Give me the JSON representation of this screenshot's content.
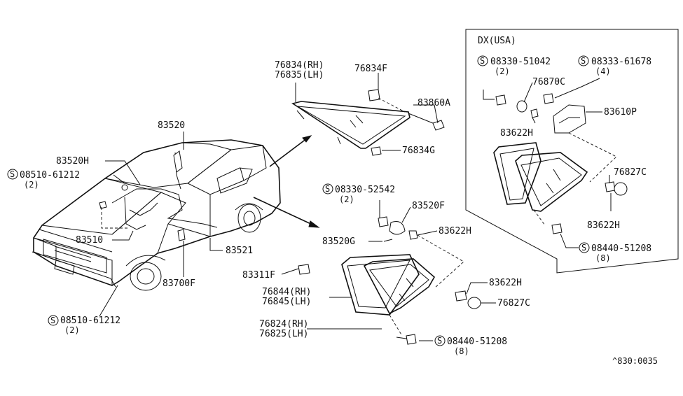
{
  "car_labels": {
    "p83520": "83520",
    "p83520H": "83520H",
    "screw_a_code": "08510-61212",
    "screw_a_qty": "(2)",
    "p83510": "83510",
    "p83700F": "83700F",
    "p83521": "83521",
    "screw_b_code": "08510-61212",
    "screw_b_qty": "(2)"
  },
  "upper_glass_labels": {
    "p76834_rh": "76834(RH)",
    "p76835_lh": "76835(LH)",
    "p76834F": "76834F",
    "p83860A": "83860A",
    "p76834G": "76834G"
  },
  "lower_glass_labels": {
    "screw_c_code": "08330-52542",
    "screw_c_qty": "(2)",
    "p83520F": "83520F",
    "p83622H_a": "83622H",
    "p83520G": "83520G",
    "p83311F": "83311F",
    "p76844_rh": "76844(RH)",
    "p76845_lh": "76845(LH)",
    "p83622H_b": "83622H",
    "p76827C": "76827C",
    "p76824_rh": "76824(RH)",
    "p76825_lh": "76825(LH)",
    "screw_d_code": "08440-51208",
    "screw_d_qty": "(8)"
  },
  "inset": {
    "title": "DX(USA)",
    "screw_e_code": "08330-51042",
    "screw_e_qty": "(2)",
    "screw_f_code": "08333-61678",
    "screw_f_qty": "(4)",
    "p76870C": "76870C",
    "p83610P": "83610P",
    "p83622H_a": "83622H",
    "p76827C": "76827C",
    "p83622H_b": "83622H",
    "screw_g_code": "08440-51208",
    "screw_g_qty": "(8)"
  },
  "symbol_letter": "S",
  "diagram_ref": "^830:0035"
}
